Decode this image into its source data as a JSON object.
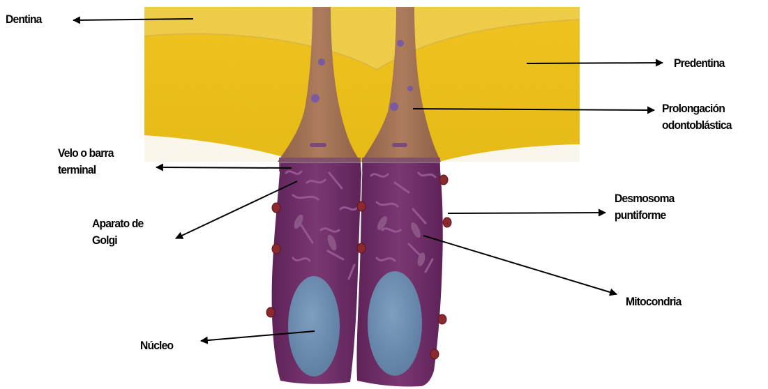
{
  "labels": {
    "dentina": "Dentina",
    "predentina": "Predentina",
    "prolongacion": [
      "Prolongación",
      "odontoblástica"
    ],
    "velo": [
      "Velo o barra",
      "terminal"
    ],
    "golgi": [
      "Aparato de",
      "Golgi"
    ],
    "desmosoma": [
      "Desmosoma",
      "puntiforme"
    ],
    "mitocondria": "Mitocondria",
    "nucleo": "Núcleo"
  },
  "colors": {
    "dentin": "#f1cd3c",
    "predentin": "#f2c71e",
    "process": "#a47458",
    "cell_body": "#6e2f6a",
    "nucleus": "#6e8fb2",
    "desmosome": "#8a2a30",
    "organelle": "#8a4a88",
    "arrow": "#000000",
    "text": "#000000"
  }
}
